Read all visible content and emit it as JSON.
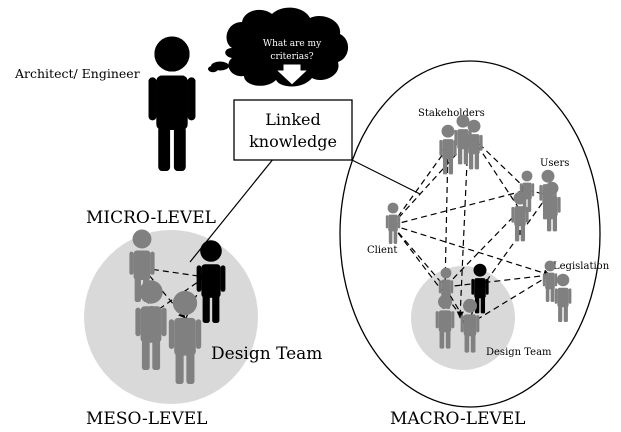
{
  "labels": {
    "architect": "Architect/ Engineer",
    "thought": [
      "What are my",
      "criterias?"
    ],
    "linked_knowledge": [
      "Linked",
      "knowledge"
    ],
    "micro_level": "MICRO-LEVEL",
    "meso_level": "MESO-LEVEL",
    "macro_level": "MACRO-LEVEL",
    "design_team_meso": "Design Team",
    "stakeholders": "Stakeholders",
    "users": "Users",
    "client": "Client",
    "legislation": "Legislation",
    "design_team_macro": "Design Team"
  },
  "colors": {
    "person_grey": "#808080",
    "person_black": "#000000",
    "circle_fill": "#d9d9d9"
  }
}
